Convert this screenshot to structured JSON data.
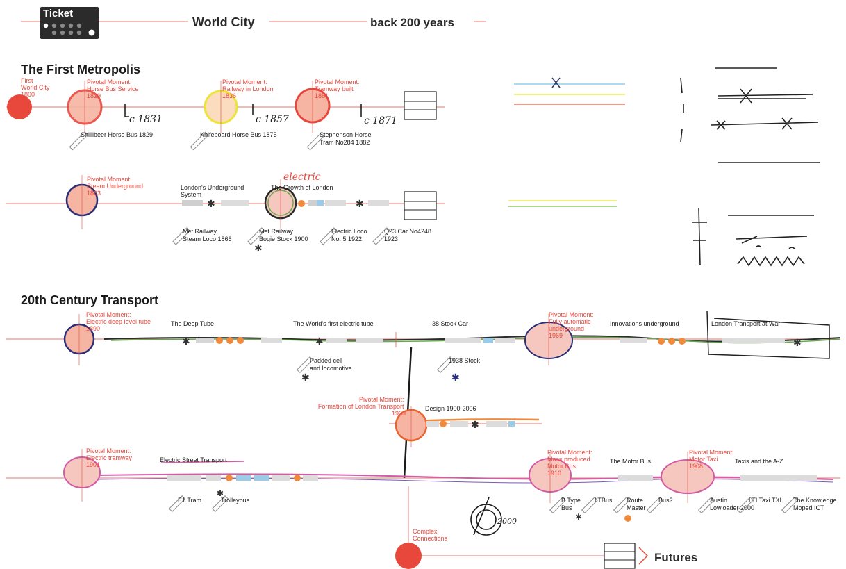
{
  "header": {
    "ticket": "Ticket",
    "title": "World City",
    "subtitle": "back 200 years"
  },
  "sections": {
    "first": "The First Metropolis",
    "twentieth": "20th Century Transport"
  },
  "row1": {
    "first_world_city": [
      "First",
      "World City",
      "1800"
    ],
    "pm_bus": [
      "Pivotal Moment:",
      "Horse Bus Service",
      "1829"
    ],
    "pm_rail": [
      "Pivotal Moment:",
      "Railway in London",
      "1836"
    ],
    "pm_tram": [
      "Pivotal Moment:",
      "Tramway built",
      "1861"
    ],
    "hand_1": "c 1831",
    "hand_2": "c 1857",
    "hand_3": "c 1871",
    "items": [
      [
        "Shillibeer Horse Bus 1829"
      ],
      [
        "Knifeboard Horse Bus 1875"
      ],
      [
        "Stephenson Horse",
        "Tram No284 1882"
      ]
    ]
  },
  "row2": {
    "pm_underground": [
      "Pivotal Moment:",
      "Steam Underground",
      "1863"
    ],
    "system": [
      "London's Underground",
      "System"
    ],
    "growth": "The Growth of London",
    "hand_electric": "electric",
    "items": [
      [
        "Met Railway",
        "Steam Loco 1866"
      ],
      [
        "Met Railway",
        "Bogie Stock 1900"
      ],
      [
        "Electric Loco",
        "No. 5 1922"
      ],
      [
        "Q23 Car No4248",
        "1923"
      ]
    ]
  },
  "row3": {
    "pm_tube": [
      "Pivotal Moment:",
      "Electric deep level tube",
      "1890"
    ],
    "deep_tube": "The Deep Tube",
    "first_electric": "The World's first electric tube",
    "stock38": "38 Stock Car",
    "pm_auto": [
      "Pivotal Moment:",
      "Fully automatic",
      "underground",
      "1969"
    ],
    "innovations": "Innovations underground",
    "war": "London Transport at War",
    "items": [
      [
        "Padded cell",
        "and locomotive"
      ],
      [
        "1938 Stock"
      ]
    ]
  },
  "row4": {
    "pm_formation": [
      "Pivotal Moment:",
      "Formation of London Transport",
      "1933"
    ],
    "design": "Design 1900-2006"
  },
  "row5": {
    "pm_tramway": [
      "Pivotal Moment:",
      "Electric tramway",
      "1901"
    ],
    "street": "Electric Street Transport",
    "pm_motorbus": [
      "Pivotal Moment:",
      "Mass produced",
      "Motor Bus",
      "1910"
    ],
    "motor_bus": "The Motor Bus",
    "pm_taxi": [
      "Pivotal Moment:",
      "Motor Taxi",
      "1908"
    ],
    "taxis": "Taxis and the A-Z",
    "items": [
      [
        "E1 Tram"
      ],
      [
        "Trolleybus"
      ],
      [
        "B Type",
        "Bus"
      ],
      [
        "LTBus"
      ],
      [
        "Route",
        "Master"
      ],
      [
        "Bus?"
      ],
      [
        "Austin",
        "Lowloader 2000"
      ],
      [
        "LTI Taxi TXI"
      ],
      [
        "The Knowledge",
        "Moped ICT"
      ]
    ]
  },
  "footer": {
    "complex": [
      "Complex",
      "Connections"
    ],
    "hand_2000": "2000",
    "futures": "Futures"
  },
  "colors": {
    "accent_red": "#e8473c",
    "tram_pink": "#d35aa5",
    "tube_green": "#6aa84f",
    "line_blue": "#2a2f7a"
  }
}
